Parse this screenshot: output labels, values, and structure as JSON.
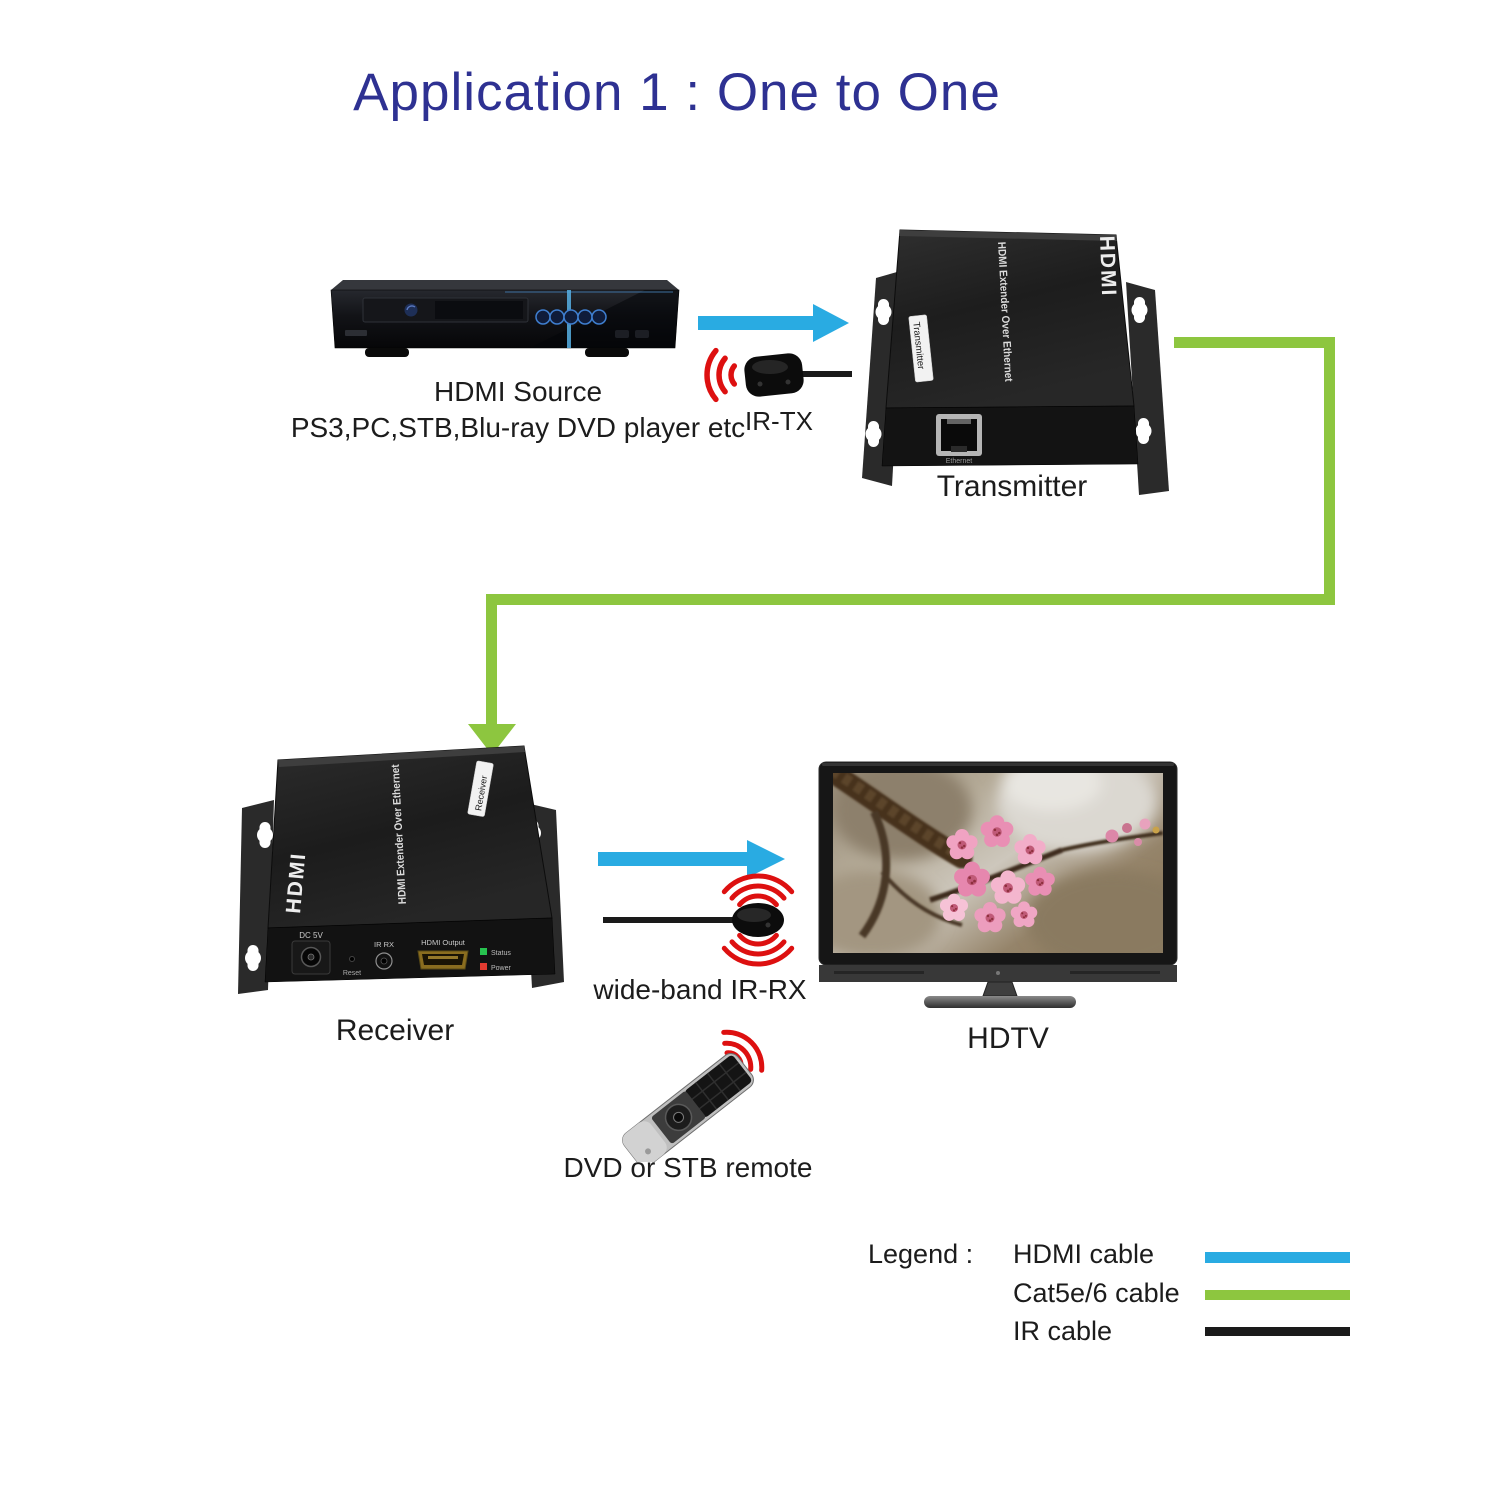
{
  "title": "Application 1 : One to One",
  "colors": {
    "hdmi_blue": "#29ABE2",
    "cat_green": "#8DC63F",
    "ir_black": "#1A1A1A",
    "title_blue": "#2E3192"
  },
  "source": {
    "name": "HDMI Source",
    "devices": "PS3,PC,STB,Blu-ray DVD player etc"
  },
  "ir_tx": {
    "label": "IR-TX"
  },
  "transmitter": {
    "caption": "Transmitter",
    "brand": "HDMI",
    "top_text": "HDMI Extender Over Ethernet",
    "side_label": "Transmitter",
    "port_label": "Ethernet"
  },
  "receiver": {
    "caption": "Receiver",
    "brand": "HDMI",
    "top_text": "HDMI Extender Over Ethernet",
    "side_label": "Receiver",
    "ports": {
      "dc": "DC 5V",
      "reset": "Reset",
      "ir": "IR RX",
      "hdmi": "HDMI Output",
      "status": "Status",
      "power": "Power"
    }
  },
  "ir_rx": {
    "label": "wide-band IR-RX"
  },
  "hdtv": {
    "caption": "HDTV"
  },
  "remote": {
    "caption": "DVD or STB remote"
  },
  "legend": {
    "heading": "Legend :",
    "items": [
      {
        "label": "HDMI cable",
        "color": "#29ABE2"
      },
      {
        "label": "Cat5e/6 cable",
        "color": "#8DC63F"
      },
      {
        "label": "IR cable",
        "color": "#1A1A1A"
      }
    ]
  }
}
